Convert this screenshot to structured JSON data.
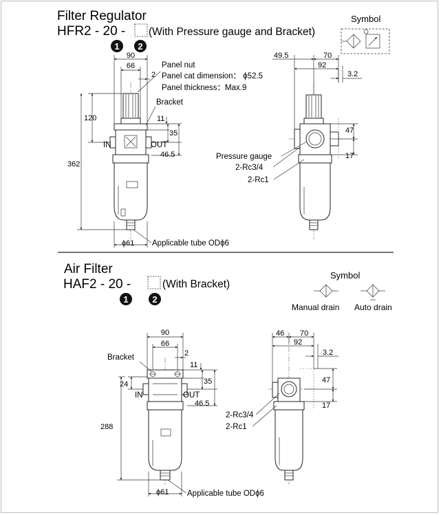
{
  "fr": {
    "title": "Filter Regulator",
    "model_prefix": "HFR2 - 20 -",
    "model_suffix": "(With Pressure gauge and Bracket)",
    "badge1": "1",
    "badge2": "2",
    "symbol_label": "Symbol",
    "dims": {
      "w90": "90",
      "w66": "66",
      "d2": "2",
      "d11": "11",
      "d35": "35",
      "d46_5": "46.5",
      "h120": "120",
      "h362": "362",
      "d61": "ϕ61",
      "s49_5": "49.5",
      "s70": "70",
      "s92": "92",
      "s3_2": "3.2",
      "s47": "47",
      "s17": "17"
    },
    "labels": {
      "panel_nut": "Panel nut",
      "panel_cut": "Panel cat dimension： ϕ52.5",
      "panel_thick": "Panel thickness：Max.9",
      "bracket": "Bracket",
      "in": "IN",
      "out": "OUT",
      "gauge": "Pressure gauge",
      "rc34": "2-Rc3/4",
      "rc1": "2-Rc1",
      "tube": "Applicable tube ODϕ6"
    }
  },
  "af": {
    "title": "Air Filter",
    "model_prefix": "HAF2 - 20 -",
    "model_suffix": "(With Bracket)",
    "badge1": "1",
    "badge2": "2",
    "symbol_label": "Symbol",
    "manual_drain": "Manual drain",
    "auto_drain": "Auto drain",
    "dims": {
      "w90": "90",
      "w66": "66",
      "d2": "2",
      "d11": "11",
      "d35": "35",
      "d24": "24",
      "d46_5": "46.5",
      "h288": "288",
      "d61": "ϕ61",
      "s46": "46",
      "s70": "70",
      "s92": "92",
      "s3_2": "3.2",
      "s47": "47",
      "s17": "17"
    },
    "labels": {
      "bracket": "Bracket",
      "in": "IN",
      "out": "OUT",
      "rc34": "2-Rc3/4",
      "rc1": "2-Rc1",
      "tube": "Applicable tube ODϕ6"
    }
  }
}
